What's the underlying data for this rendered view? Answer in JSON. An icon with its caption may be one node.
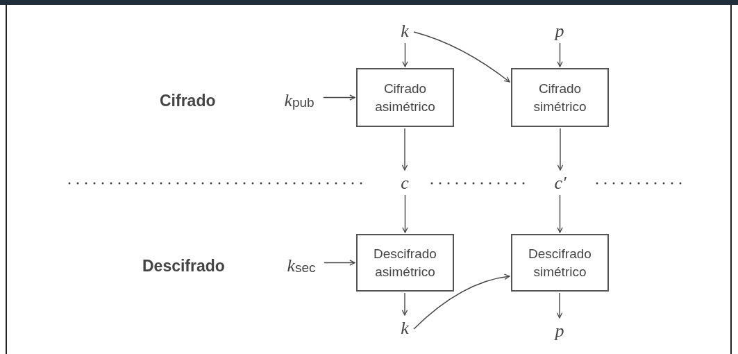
{
  "diagram": {
    "nodes": [
      {
        "text": [
          "k"
        ]
      },
      {
        "text": [
          "p"
        ]
      },
      {
        "text": [
          "*k*$_{pub}$"
        ]
      },
      {
        "text": [
          "Cifrado asimétrico"
        ]
      },
      {
        "text": [
          "Cifrado simétrico"
        ]
      },
      {
        "text": [
          "c"
        ]
      },
      {
        "text": [
          "c′"
        ]
      },
      {
        "text": [
          "*k*$_{sec}$"
        ]
      },
      {
        "text": [
          "Descifrado asimétrico"
        ]
      },
      {
        "text": [
          "Descifrado simétrico"
        ]
      },
      {
        "text": [
          "k"
        ]
      },
      {
        "text": [
          "p"
        ]
      }
    ],
    "edges": [
      {
        "from": 0,
        "to": 3,
        "arrow": "to"
      },
      {
        "from": 0,
        "to": 4,
        "arrow": "to"
      },
      {
        "from": 1,
        "to": 4,
        "arrow": "to"
      },
      {
        "from": 2,
        "to": 3,
        "arrow": "to"
      },
      {
        "from": 3,
        "to": 5,
        "arrow": "to"
      },
      {
        "from": 4,
        "to": 6,
        "arrow": "to"
      },
      {
        "from": 5,
        "to": 8,
        "arrow": "to"
      },
      {
        "from": 6,
        "to": 9,
        "arrow": "to"
      },
      {
        "from": 7,
        "to": 8,
        "arrow": "to"
      },
      {
        "from": 8,
        "to": 10,
        "arrow": "to"
      },
      {
        "from": 10,
        "to": 9,
        "arrow": "to"
      },
      {
        "from": 9,
        "to": 11,
        "arrow": "to"
      }
    ],
    "labels": [
      "Cifrado",
      "Descifrado"
    ]
  }
}
